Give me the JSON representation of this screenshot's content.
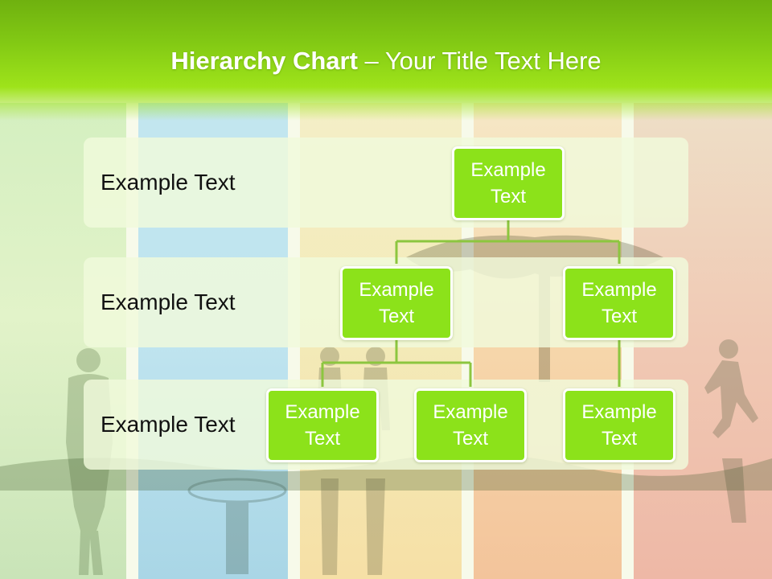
{
  "title": {
    "bold": "Hierarchy Chart",
    "rest": " – Your Title Text Here"
  },
  "levels": [
    {
      "label": "Example Text"
    },
    {
      "label": "Example Text"
    },
    {
      "label": "Example Text"
    }
  ],
  "nodes": {
    "root": "Example\nText",
    "level2_left": "Example\nText",
    "level2_right": "Example\nText",
    "level3_a": "Example\nText",
    "level3_b": "Example\nText",
    "level3_c": "Example\nText"
  },
  "colors": {
    "header": "#82c914",
    "node_fill": "#8ce21a",
    "connector": "#8cc63f"
  }
}
